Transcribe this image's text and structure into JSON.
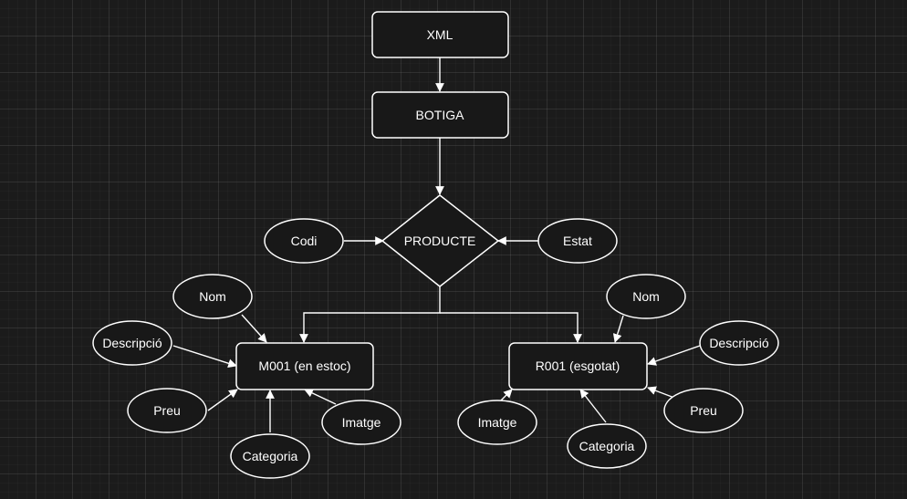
{
  "colors": {
    "background": "#1b1b1b",
    "shape_fill": "#181818",
    "stroke": "#ffffff",
    "text": "#ffffff"
  },
  "nodes": {
    "xml": "XML",
    "botiga": "BOTIGA",
    "producte": "PRODUCTE",
    "codi": "Codi",
    "estat": "Estat",
    "m001": "M001 (en estoc)",
    "r001": "R001 (esgotat)",
    "m_nom": "Nom",
    "m_descripcio": "Descripció",
    "m_preu": "Preu",
    "m_categoria": "Categoria",
    "m_imatge": "Imatge",
    "r_nom": "Nom",
    "r_descripcio": "Descripció",
    "r_preu": "Preu",
    "r_categoria": "Categoria",
    "r_imatge": "Imatge"
  }
}
